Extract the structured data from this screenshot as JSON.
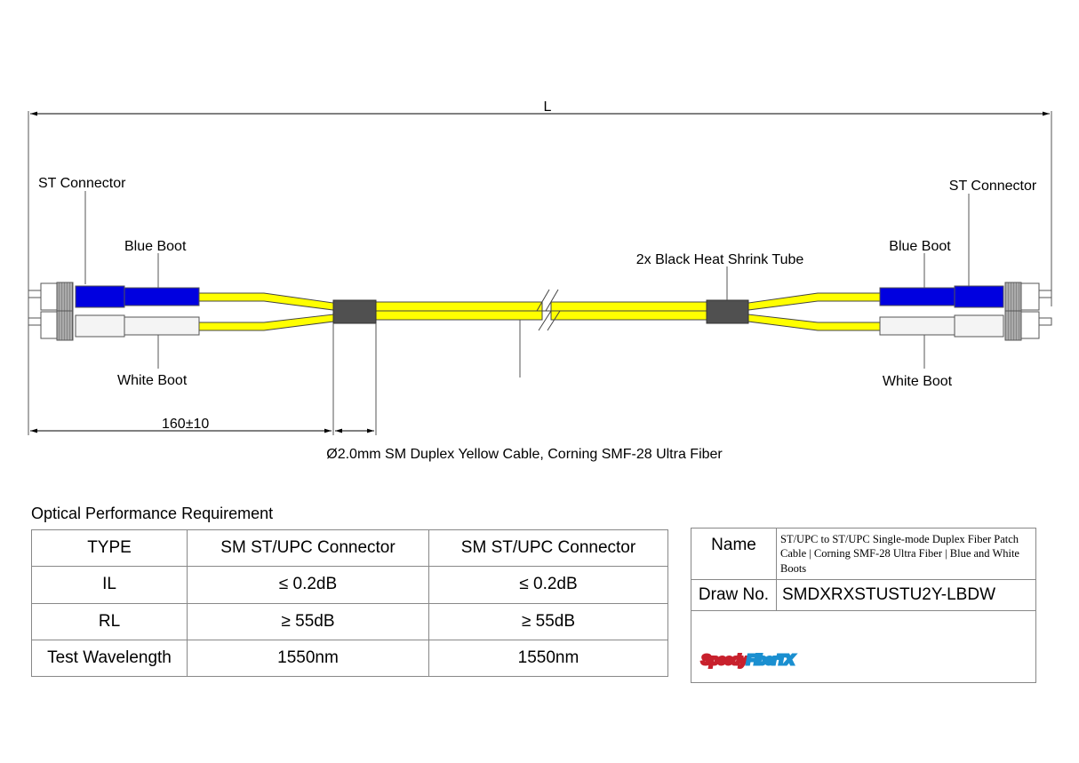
{
  "drawing": {
    "length_label": "L",
    "left": {
      "connector_label": "ST Connector",
      "top_boot_label": "Blue Boot",
      "bottom_boot_label": "White Boot"
    },
    "right": {
      "connector_label": "ST Connector",
      "top_boot_label": "Blue Boot",
      "bottom_boot_label": "White Boot"
    },
    "breakout_dimension": "160±10",
    "heat_shrink_label": "2x Black Heat Shrink Tube",
    "cable_label": "Ø2.0mm SM Duplex Yellow Cable, Corning SMF-28 Ultra Fiber",
    "colors": {
      "cable": "#ffff00",
      "blue_boot": "#0000e0",
      "white_boot": "#f4f4f4",
      "heat_shrink": "#505050"
    }
  },
  "performance": {
    "title": "Optical Performance Requirement",
    "header": [
      "TYPE",
      "SM ST/UPC Connector",
      "SM ST/UPC Connector"
    ],
    "rows": [
      [
        "IL",
        "≤ 0.2dB",
        "≤ 0.2dB"
      ],
      [
        "RL",
        "≥ 55dB",
        "≥ 55dB"
      ],
      [
        "Test Wavelength",
        "1550nm",
        "1550nm"
      ]
    ]
  },
  "info": {
    "name_label": "Name",
    "name_value": "ST/UPC to ST/UPC Single-mode Duplex Fiber Patch Cable | Corning SMF-28 Ultra Fiber | Blue and White Boots",
    "draw_no_label": "Draw No.",
    "draw_no_value": "SMDXRXSTUSTU2Y-LBDW",
    "logo": {
      "part1": "Speedy",
      "part2": "FiberTX",
      "color1": "#c8202c",
      "color2": "#1a8fd0"
    }
  }
}
